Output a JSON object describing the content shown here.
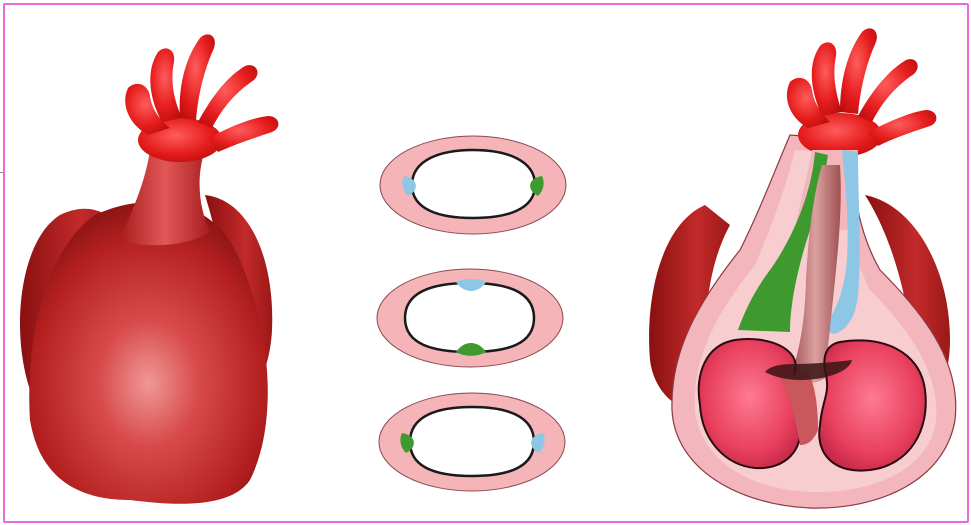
{
  "figure": {
    "colors": {
      "frame": "#ee66dd",
      "heart_dark": "#a01818",
      "heart_mid": "#d23232",
      "heart_light": "#f08a8a",
      "arches": "#e01c1c",
      "ring_pink": "#f4b4b8",
      "ring_inner": "#ffffff",
      "ridge_blue": "#8ec6e6",
      "ridge_green": "#3e9a2e",
      "trunk_brown": "#c47878",
      "ventricle": "#e8486a"
    },
    "panels": [
      {
        "id": "external-heart",
        "icon": "heart-exterior"
      },
      {
        "id": "cross-sections",
        "icon": "septation-rings"
      },
      {
        "id": "sectioned-heart",
        "icon": "heart-interior"
      }
    ]
  }
}
